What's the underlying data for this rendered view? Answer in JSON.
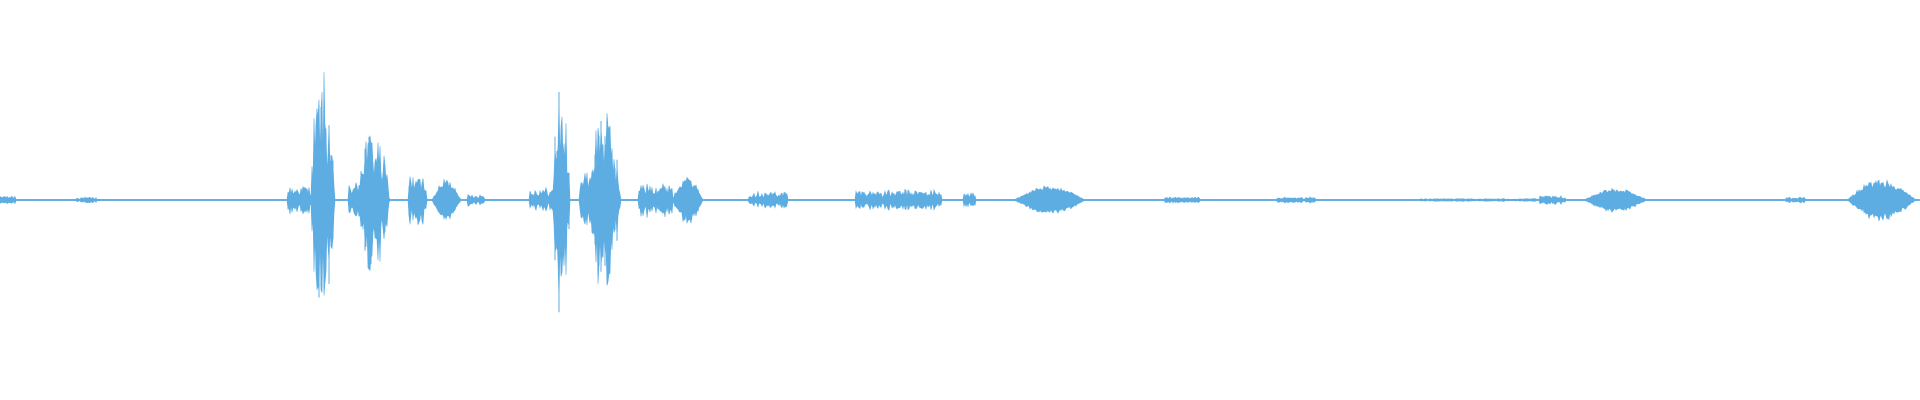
{
  "waveform": {
    "color": "#5dade2",
    "background": "#ffffff",
    "amplitude_scale": 1.0,
    "segments": [
      {
        "t0": 0.0,
        "t1": 0.008,
        "amp": 0.03,
        "style": "noise"
      },
      {
        "t0": 0.04,
        "t1": 0.05,
        "amp": 0.02,
        "style": "noise"
      },
      {
        "t0": 0.15,
        "t1": 0.162,
        "amp": 0.1,
        "style": "noise"
      },
      {
        "t0": 0.162,
        "t1": 0.182,
        "amp": 1.0,
        "style": "burst"
      },
      {
        "t0": 0.182,
        "t1": 0.186,
        "amp": 0.12,
        "style": "noise"
      },
      {
        "t0": 0.186,
        "t1": 0.213,
        "amp": 0.62,
        "style": "burst"
      },
      {
        "t0": 0.213,
        "t1": 0.222,
        "amp": 0.18,
        "style": "noise"
      },
      {
        "t0": 0.225,
        "t1": 0.24,
        "amp": 0.14,
        "style": "hump"
      },
      {
        "t0": 0.244,
        "t1": 0.252,
        "amp": 0.04,
        "style": "noise"
      },
      {
        "t0": 0.276,
        "t1": 0.288,
        "amp": 0.08,
        "style": "noise"
      },
      {
        "t0": 0.288,
        "t1": 0.302,
        "amp": 0.96,
        "style": "burst"
      },
      {
        "t0": 0.302,
        "t1": 0.307,
        "amp": 0.2,
        "style": "noise"
      },
      {
        "t0": 0.307,
        "t1": 0.333,
        "amp": 0.8,
        "style": "burst"
      },
      {
        "t0": 0.333,
        "t1": 0.35,
        "amp": 0.12,
        "style": "noise"
      },
      {
        "t0": 0.35,
        "t1": 0.366,
        "amp": 0.16,
        "style": "hump"
      },
      {
        "t0": 0.39,
        "t1": 0.41,
        "amp": 0.06,
        "style": "noise"
      },
      {
        "t0": 0.446,
        "t1": 0.49,
        "amp": 0.07,
        "style": "noise"
      },
      {
        "t0": 0.502,
        "t1": 0.508,
        "amp": 0.05,
        "style": "noise"
      },
      {
        "t0": 0.528,
        "t1": 0.565,
        "amp": 0.1,
        "style": "hump"
      },
      {
        "t0": 0.607,
        "t1": 0.625,
        "amp": 0.02,
        "style": "noise"
      },
      {
        "t0": 0.665,
        "t1": 0.685,
        "amp": 0.02,
        "style": "noise"
      },
      {
        "t0": 0.74,
        "t1": 0.8,
        "amp": 0.01,
        "style": "noise"
      },
      {
        "t0": 0.802,
        "t1": 0.815,
        "amp": 0.03,
        "style": "noise"
      },
      {
        "t0": 0.825,
        "t1": 0.858,
        "amp": 0.08,
        "style": "hump"
      },
      {
        "t0": 0.93,
        "t1": 0.94,
        "amp": 0.02,
        "style": "noise"
      },
      {
        "t0": 0.962,
        "t1": 0.998,
        "amp": 0.14,
        "style": "hump"
      }
    ]
  }
}
